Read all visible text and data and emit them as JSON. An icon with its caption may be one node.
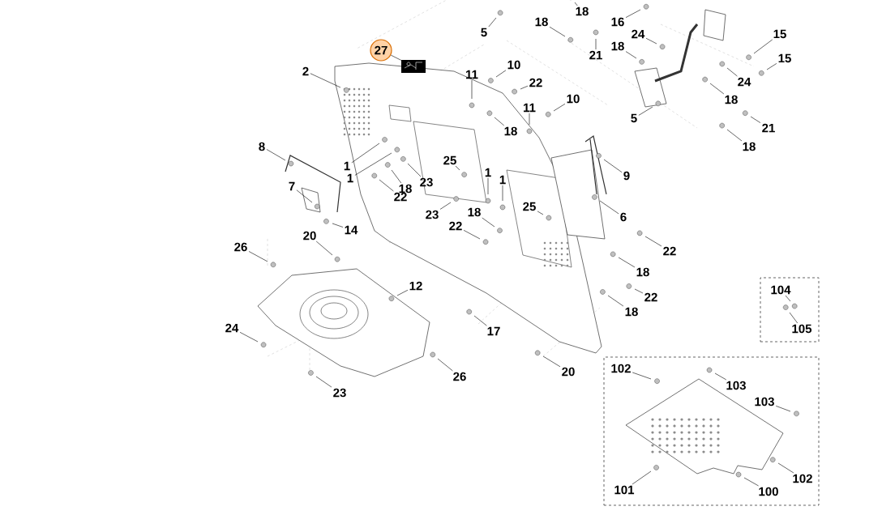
{
  "diagram": {
    "nodes": [
      {
        "text": [
          "27"
        ]
      },
      {
        "text": [],
        "shape": "picture"
      },
      {
        "text": [
          "5"
        ]
      },
      {
        "text": [
          "18"
        ]
      },
      {
        "text": [
          "18"
        ]
      },
      {
        "text": [
          "16"
        ]
      },
      {
        "text": [
          "21"
        ]
      },
      {
        "text": [
          "24"
        ]
      },
      {
        "text": [
          "18"
        ]
      },
      {
        "text": [
          "15"
        ]
      },
      {
        "text": [
          "15"
        ]
      },
      {
        "text": [
          "2"
        ]
      },
      {
        "text": [
          "11"
        ]
      },
      {
        "text": [
          "10"
        ]
      },
      {
        "text": [
          "22"
        ]
      },
      {
        "text": [
          "24"
        ]
      },
      {
        "text": [
          "18"
        ]
      },
      {
        "text": [
          "11"
        ]
      },
      {
        "text": [
          "10"
        ]
      },
      {
        "text": [
          "5"
        ]
      },
      {
        "text": [
          "21"
        ]
      },
      {
        "text": [
          "18"
        ]
      },
      {
        "text": [
          "18"
        ]
      },
      {
        "text": [
          "8"
        ]
      },
      {
        "text": [
          "1"
        ]
      },
      {
        "text": [
          "1"
        ]
      },
      {
        "text": [
          "25"
        ]
      },
      {
        "text": [
          "1"
        ]
      },
      {
        "text": [
          "9"
        ]
      },
      {
        "text": [
          "1"
        ]
      },
      {
        "text": [
          "23"
        ]
      },
      {
        "text": [
          "18"
        ]
      },
      {
        "text": [
          "7"
        ]
      },
      {
        "text": [
          "22"
        ]
      },
      {
        "text": [
          "25"
        ]
      },
      {
        "text": [
          "18"
        ]
      },
      {
        "text": [
          "23"
        ]
      },
      {
        "text": [
          "6"
        ]
      },
      {
        "text": [
          "22"
        ]
      },
      {
        "text": [
          "14"
        ]
      },
      {
        "text": [
          "20"
        ]
      },
      {
        "text": [
          "26"
        ]
      },
      {
        "text": [
          "22"
        ]
      },
      {
        "text": [
          "18"
        ]
      },
      {
        "text": [
          "12"
        ]
      },
      {
        "text": [
          "22"
        ]
      },
      {
        "text": [
          "18"
        ]
      },
      {
        "text": [
          "24"
        ]
      },
      {
        "text": [
          "17"
        ]
      },
      {
        "text": [
          "20"
        ]
      },
      {
        "text": [
          "26"
        ]
      },
      {
        "text": [
          "23"
        ]
      },
      {
        "text": [],
        "shape": "box"
      },
      {
        "text": [
          "104"
        ],
        "in": 52
      },
      {
        "text": [
          "105"
        ],
        "in": 52
      },
      {
        "text": [],
        "shape": "box"
      },
      {
        "text": [
          "102"
        ],
        "in": 55
      },
      {
        "text": [
          "103"
        ],
        "in": 55
      },
      {
        "text": [
          "103"
        ],
        "in": 55
      },
      {
        "text": [
          "101"
        ],
        "in": 55
      },
      {
        "text": [
          "100"
        ],
        "in": 55
      },
      {
        "text": [
          "102"
        ],
        "in": 55
      }
    ],
    "edges": [
      {
        "from": 0,
        "to": 1,
        "arrow": "none"
      },
      {
        "from": 2,
        "to": null,
        "arrow": "none"
      },
      {
        "from": 3,
        "to": null,
        "arrow": "none"
      },
      {
        "from": 4,
        "to": null,
        "arrow": "none"
      },
      {
        "from": 5,
        "to": null,
        "arrow": "none"
      },
      {
        "from": 6,
        "to": null,
        "arrow": "none"
      },
      {
        "from": 7,
        "to": null,
        "arrow": "none"
      },
      {
        "from": 8,
        "to": null,
        "arrow": "none"
      },
      {
        "from": 9,
        "to": null,
        "arrow": "none"
      },
      {
        "from": 10,
        "to": null,
        "arrow": "none"
      },
      {
        "from": 11,
        "to": null,
        "arrow": "none"
      },
      {
        "from": 12,
        "to": null,
        "arrow": "none"
      },
      {
        "from": 13,
        "to": null,
        "arrow": "none"
      },
      {
        "from": 14,
        "to": null,
        "arrow": "none"
      },
      {
        "from": 15,
        "to": null,
        "arrow": "none"
      },
      {
        "from": 16,
        "to": null,
        "arrow": "none"
      },
      {
        "from": 17,
        "to": null,
        "arrow": "none"
      },
      {
        "from": 18,
        "to": null,
        "arrow": "none"
      },
      {
        "from": 19,
        "to": null,
        "arrow": "none"
      },
      {
        "from": 20,
        "to": null,
        "arrow": "none"
      },
      {
        "from": 21,
        "to": null,
        "arrow": "none"
      },
      {
        "from": 22,
        "to": null,
        "arrow": "none"
      },
      {
        "from": 23,
        "to": null,
        "arrow": "none"
      },
      {
        "from": 24,
        "to": null,
        "arrow": "none"
      },
      {
        "from": 25,
        "to": null,
        "arrow": "none"
      },
      {
        "from": 26,
        "to": null,
        "arrow": "none"
      },
      {
        "from": 27,
        "to": null,
        "arrow": "none"
      },
      {
        "from": 28,
        "to": null,
        "arrow": "none"
      },
      {
        "from": 29,
        "to": null,
        "arrow": "none"
      },
      {
        "from": 30,
        "to": null,
        "arrow": "none"
      },
      {
        "from": 31,
        "to": null,
        "arrow": "none"
      },
      {
        "from": 32,
        "to": null,
        "arrow": "none"
      },
      {
        "from": 33,
        "to": null,
        "arrow": "none"
      },
      {
        "from": 34,
        "to": null,
        "arrow": "none"
      },
      {
        "from": 35,
        "to": null,
        "arrow": "none"
      },
      {
        "from": 36,
        "to": null,
        "arrow": "none"
      },
      {
        "from": 37,
        "to": null,
        "arrow": "none"
      },
      {
        "from": 38,
        "to": null,
        "arrow": "none"
      },
      {
        "from": 39,
        "to": null,
        "arrow": "none"
      },
      {
        "from": 40,
        "to": null,
        "arrow": "none"
      },
      {
        "from": 41,
        "to": null,
        "arrow": "none"
      },
      {
        "from": 42,
        "to": null,
        "arrow": "none"
      },
      {
        "from": 43,
        "to": null,
        "arrow": "none"
      },
      {
        "from": 44,
        "to": null,
        "arrow": "none"
      },
      {
        "from": 45,
        "to": null,
        "arrow": "none"
      },
      {
        "from": 46,
        "to": null,
        "arrow": "none"
      },
      {
        "from": 47,
        "to": null,
        "arrow": "none"
      },
      {
        "from": 48,
        "to": null,
        "arrow": "none"
      },
      {
        "from": 49,
        "to": null,
        "arrow": "none"
      },
      {
        "from": 50,
        "to": null,
        "arrow": "none"
      },
      {
        "from": 51,
        "to": null,
        "arrow": "none"
      },
      {
        "from": 53,
        "to": null,
        "arrow": "none"
      },
      {
        "from": 54,
        "to": null,
        "arrow": "none"
      },
      {
        "from": 56,
        "to": null,
        "arrow": "none"
      },
      {
        "from": 57,
        "to": null,
        "arrow": "none"
      },
      {
        "from": 58,
        "to": null,
        "arrow": "none"
      },
      {
        "from": 59,
        "to": null,
        "arrow": "none"
      },
      {
        "from": 60,
        "to": null,
        "arrow": "none"
      },
      {
        "from": 61,
        "to": null,
        "arrow": "none"
      }
    ]
  }
}
